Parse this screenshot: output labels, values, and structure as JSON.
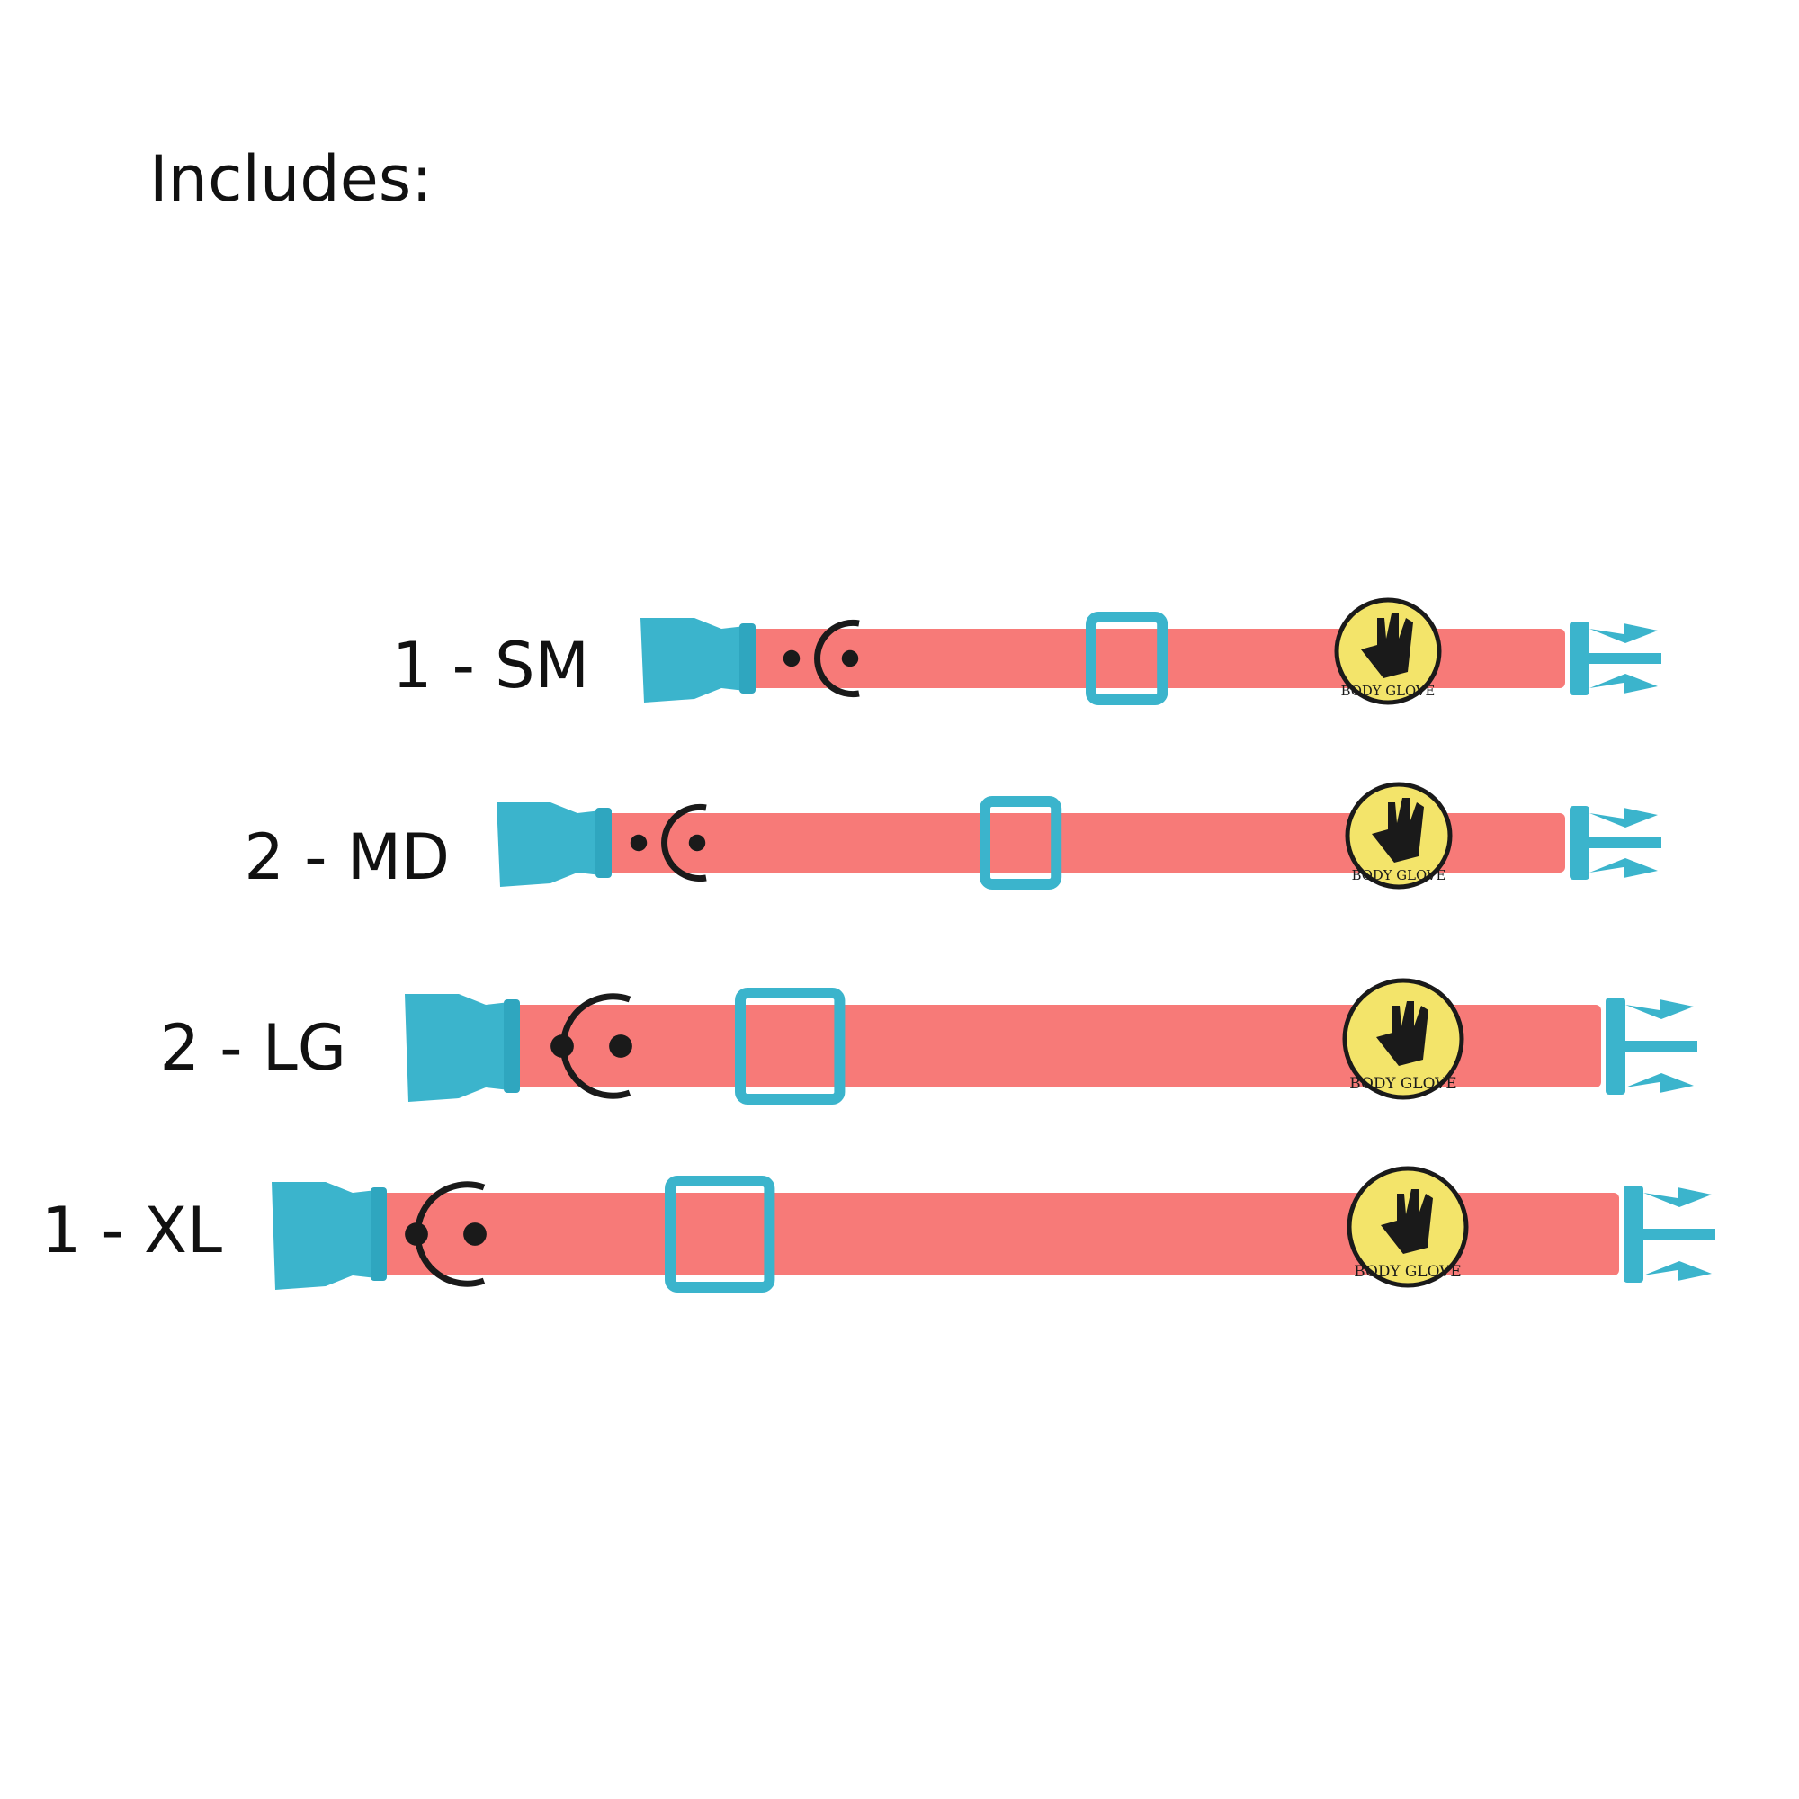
{
  "title": "Includes:",
  "colors": {
    "strap": "#f77a78",
    "buckle": "#3bb4cc",
    "badge": "#f3e46a",
    "hardware": "#1a1a1a"
  },
  "logo_text": "BODY GLOVE",
  "collars": [
    {
      "label": "1 - SM",
      "size": "SM",
      "quantity": 1
    },
    {
      "label": "2 - MD",
      "size": "MD",
      "quantity": 2
    },
    {
      "label": "2 - LG",
      "size": "LG",
      "quantity": 2
    },
    {
      "label": "1 - XL",
      "size": "XL",
      "quantity": 1
    }
  ]
}
